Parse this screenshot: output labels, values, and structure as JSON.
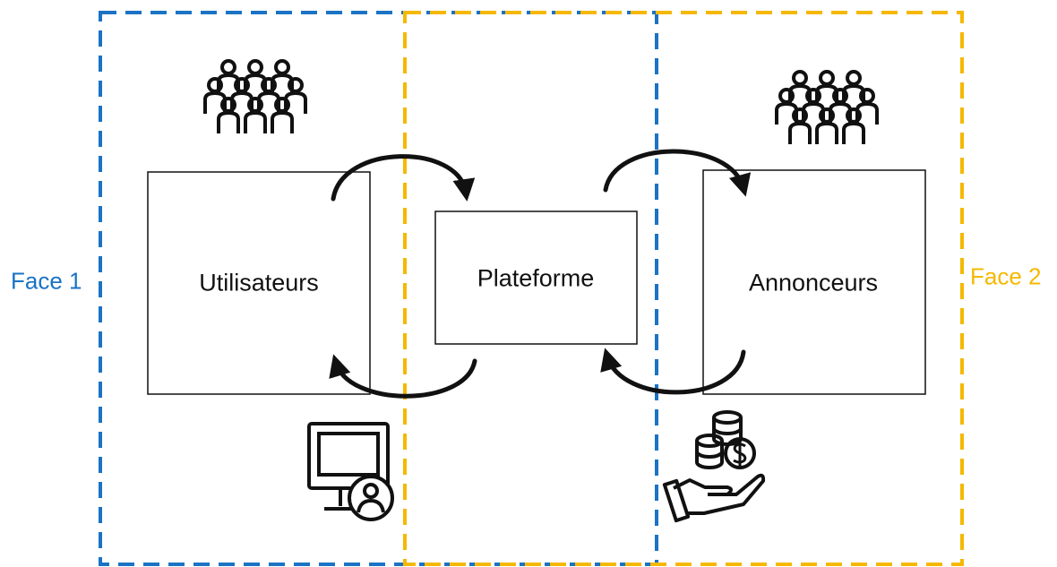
{
  "faces": {
    "left": {
      "label": "Face 1",
      "color": "#1a73c4"
    },
    "right": {
      "label": "Face 2",
      "color": "#f5b800"
    }
  },
  "nodes": {
    "users": "Utilisateurs",
    "platform": "Plateforme",
    "advertisers": "Annonceurs"
  },
  "icons": {
    "users_group": "people-crowd-icon",
    "users_device": "computer-user-icon",
    "advertisers_group": "people-crowd-icon",
    "advertisers_money": "hand-coins-dollar-icon"
  },
  "colors": {
    "line": "#111111"
  }
}
